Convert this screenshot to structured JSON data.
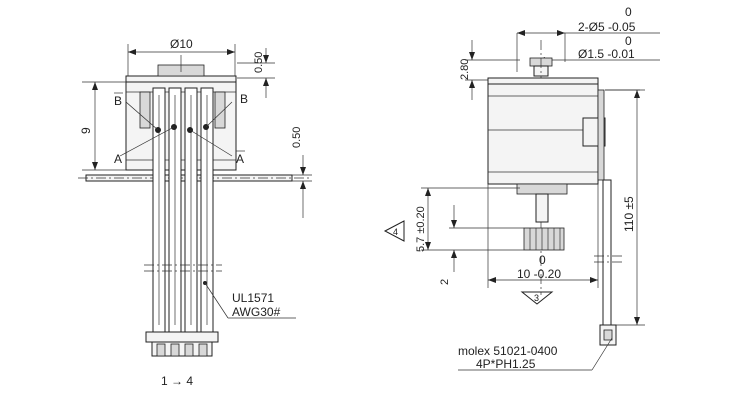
{
  "left_view": {
    "dia_10": "Ø10",
    "dim_050_top": "0.50",
    "dim_050_side": "0.50",
    "dim_9": "9",
    "label_b_bar": "B",
    "label_b": "B",
    "label_a_left": "A",
    "label_a_bar": "A",
    "wire_spec_1": "UL1571",
    "wire_spec_2": "AWG30#",
    "pin_order": "1 → 4"
  },
  "right_view": {
    "dim_280": "2.80",
    "shaft_tol_upper": "0",
    "shaft_dia": "2-Ø5 -0.05",
    "shaft2_tol_upper": "0",
    "shaft2_dia": "Ø1.5 -0.01",
    "dim_57": "5.7 ±0.20",
    "dim_2": "2",
    "dim_10_tol_upper": "0",
    "dim_10": "10 -0.20",
    "callout_4": "4",
    "callout_3": "3",
    "dim_110": "110 ±5",
    "connector_1": "molex 51021-0400",
    "connector_2": "4P*PH1.25"
  }
}
